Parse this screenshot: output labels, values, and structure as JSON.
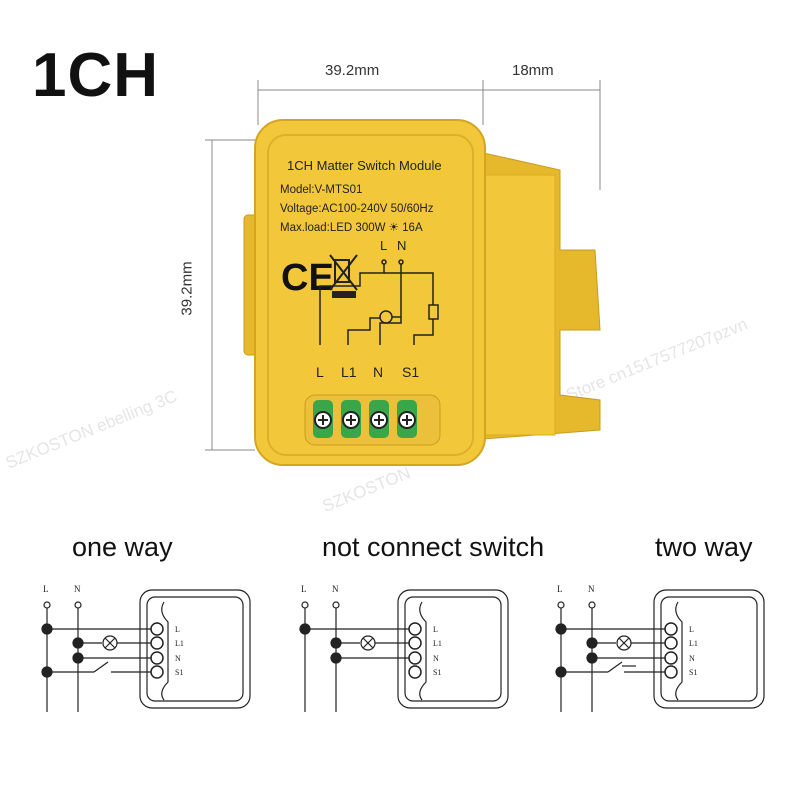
{
  "title": "1CH",
  "dimensions": {
    "width": "39.2mm",
    "depth": "18mm",
    "height": "39.2mm"
  },
  "label": {
    "name": "1CH Matter Switch Module",
    "model": "Model:V-MTS01",
    "voltage": "Voltage:AC100-240V 50/60Hz",
    "max_load": "Max.load:LED 300W ☀ 16A",
    "ce_mark": "CE",
    "top_terminals": [
      "L",
      "N"
    ],
    "terminals": [
      "L",
      "L1",
      "N",
      "S1"
    ]
  },
  "colors": {
    "body": "#f2c83a",
    "body_shade": "#d9ab22",
    "terminal_block": "#3aa64a"
  },
  "diagrams": [
    {
      "caption": "one way",
      "mode": "one-way"
    },
    {
      "caption": "not connect switch",
      "mode": "none"
    },
    {
      "caption": "two way",
      "mode": "two-way"
    }
  ],
  "diagram_labels": {
    "line": "L",
    "neutral": "N",
    "terminals": [
      "L",
      "L1",
      "N",
      "S1"
    ]
  },
  "watermarks": [
    "SZKOSTON ebelling 3C",
    "Store cn1517577207pzvn",
    "SZKOSTON"
  ]
}
